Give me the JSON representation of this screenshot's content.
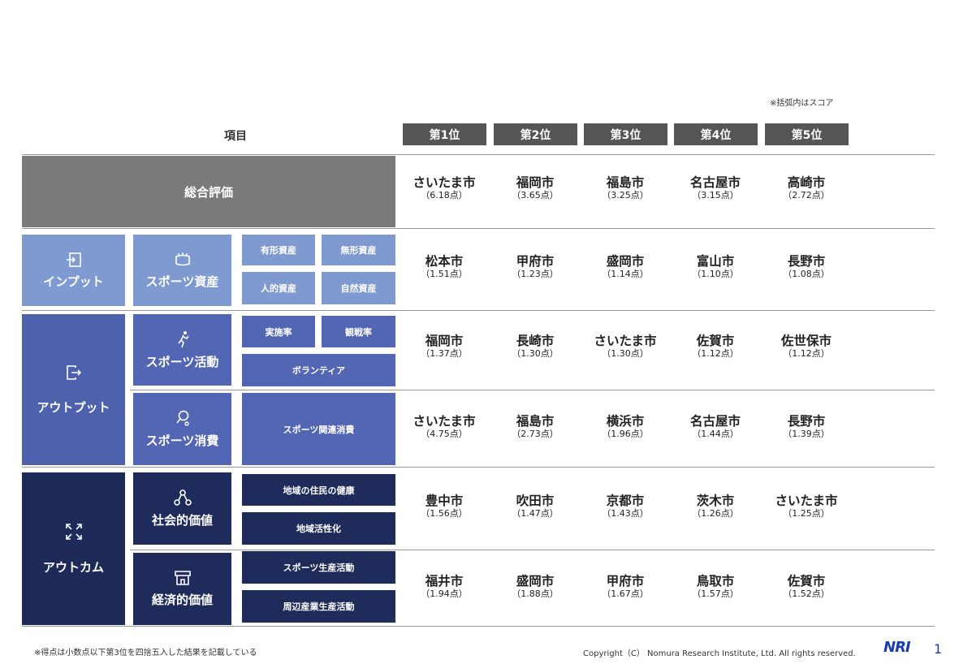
{
  "note_top": "※括弧内はスコア",
  "header": {
    "item_label": "項目",
    "ranks": [
      "第1位",
      "第2位",
      "第3位",
      "第4位",
      "第5位"
    ]
  },
  "overall": {
    "label": "総合評価",
    "results": [
      {
        "city": "さいたま市",
        "score": "（6.18点）"
      },
      {
        "city": "福岡市",
        "score": "（3.65点）"
      },
      {
        "city": "福島市",
        "score": "（3.25点）"
      },
      {
        "city": "名古屋市",
        "score": "（3.15点）"
      },
      {
        "city": "高崎市",
        "score": "（2.72点）"
      }
    ]
  },
  "input": {
    "label": "インプット",
    "icon": "enter-icon",
    "rows": [
      {
        "label": "スポーツ資産",
        "icon": "stadium-icon",
        "subs": [
          "有形資産",
          "無形資産",
          "人的資産",
          "自然資産"
        ],
        "results": [
          {
            "city": "松本市",
            "score": "（1.51点）"
          },
          {
            "city": "甲府市",
            "score": "（1.23点）"
          },
          {
            "city": "盛岡市",
            "score": "（1.14点）"
          },
          {
            "city": "富山市",
            "score": "（1.10点）"
          },
          {
            "city": "長野市",
            "score": "（1.08点）"
          }
        ]
      }
    ]
  },
  "output": {
    "label": "アウトプット",
    "icon": "exit-icon",
    "rows": [
      {
        "label": "スポーツ活動",
        "icon": "athlete-icon",
        "subs": [
          "実施率",
          "観戦率",
          "ボランティア"
        ],
        "results": [
          {
            "city": "福岡市",
            "score": "（1.37点）"
          },
          {
            "city": "長崎市",
            "score": "（1.30点）"
          },
          {
            "city": "さいたま市",
            "score": "（1.30点）"
          },
          {
            "city": "佐賀市",
            "score": "（1.12点）"
          },
          {
            "city": "佐世保市",
            "score": "（1.12点）"
          }
        ]
      },
      {
        "label": "スポーツ消費",
        "icon": "search-icon",
        "subs": [
          "スポーツ関連消費"
        ],
        "results": [
          {
            "city": "さいたま市",
            "score": "（4.75点）"
          },
          {
            "city": "福島市",
            "score": "（2.73点）"
          },
          {
            "city": "横浜市",
            "score": "（1.96点）"
          },
          {
            "city": "名古屋市",
            "score": "（1.44点）"
          },
          {
            "city": "長野市",
            "score": "（1.39点）"
          }
        ]
      }
    ]
  },
  "outcome": {
    "label": "アウトカム",
    "icon": "expand-icon",
    "rows": [
      {
        "label": "社会的価値",
        "icon": "network-icon",
        "subs": [
          "地域の住民の健康",
          "地域活性化"
        ],
        "results": [
          {
            "city": "豊中市",
            "score": "（1.56点）"
          },
          {
            "city": "吹田市",
            "score": "（1.47点）"
          },
          {
            "city": "京都市",
            "score": "（1.43点）"
          },
          {
            "city": "茨木市",
            "score": "（1.26点）"
          },
          {
            "city": "さいたま市",
            "score": "（1.25点）"
          }
        ]
      },
      {
        "label": "経済的価値",
        "icon": "store-icon",
        "subs": [
          "スポーツ生産活動",
          "周辺産業生産活動"
        ],
        "results": [
          {
            "city": "福井市",
            "score": "（1.94点）"
          },
          {
            "city": "盛岡市",
            "score": "（1.88点）"
          },
          {
            "city": "甲府市",
            "score": "（1.67点）"
          },
          {
            "city": "鳥取市",
            "score": "（1.57点）"
          },
          {
            "city": "佐賀市",
            "score": "（1.52点）"
          }
        ]
      }
    ]
  },
  "footer": {
    "note": "※得点は小数点以下第3位を四捨五入した結果を記載している",
    "copyright": "Copyright（C） Nomura Research Institute, Ltd. All rights reserved.",
    "logo": "NRI",
    "page": "1"
  },
  "colors": {
    "overall": "#7a7a7a",
    "input": "#7f9ad0",
    "output": "#4e61ad",
    "outcome": "#1e2a57",
    "rank_header": "#555555",
    "logo": "#1b3fa8"
  }
}
